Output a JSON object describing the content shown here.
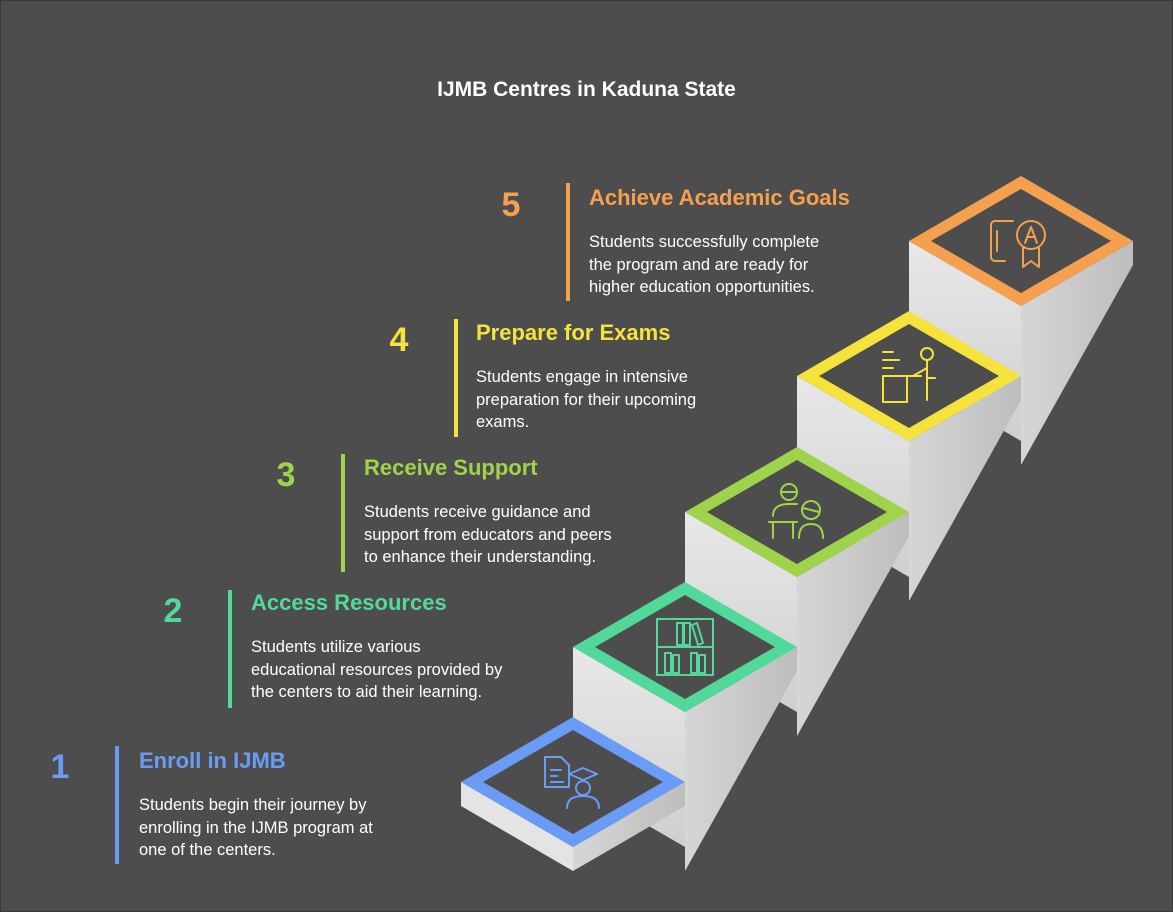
{
  "title": "IJMB Centres in Kaduna State",
  "steps": [
    {
      "number": "1",
      "heading": "Enroll in IJMB",
      "desc": [
        "Students begin their journey by",
        "enrolling in the IJMB program at",
        "one of the centers."
      ],
      "color": "#6b9cf5",
      "icon": "student-document-icon"
    },
    {
      "number": "2",
      "heading": "Access Resources",
      "desc": [
        "Students utilize various",
        "educational resources provided by",
        "the centers to aid their learning."
      ],
      "color": "#52d99a",
      "icon": "bookshelf-icon"
    },
    {
      "number": "3",
      "heading": "Receive Support",
      "desc": [
        "Students receive guidance and",
        "support from educators and peers",
        "to enhance their understanding."
      ],
      "color": "#9fd34c",
      "icon": "tutor-student-icon"
    },
    {
      "number": "4",
      "heading": "Prepare for Exams",
      "desc": [
        "Students engage in intensive",
        "preparation for their upcoming",
        "exams."
      ],
      "color": "#f5e33c",
      "icon": "study-desk-icon"
    },
    {
      "number": "5",
      "heading": "Achieve Academic Goals",
      "desc": [
        "Students successfully complete",
        "the program and are ready for",
        "higher education opportunities."
      ],
      "color": "#f5a04f",
      "icon": "certificate-award-icon"
    }
  ]
}
